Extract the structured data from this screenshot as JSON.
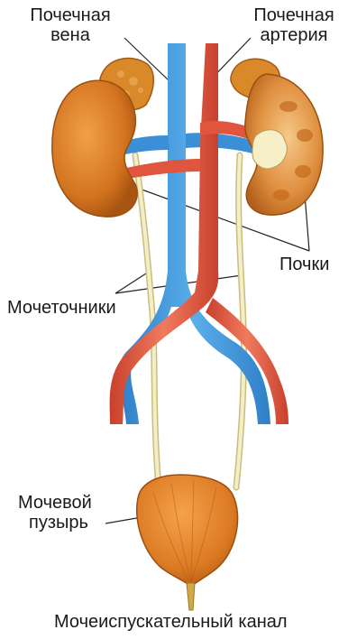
{
  "labels": {
    "renal_vein": [
      "Почечная",
      "вена"
    ],
    "renal_artery": [
      "Почечная",
      "артерия"
    ],
    "kidneys": "Почки",
    "ureters": "Мочеточники",
    "bladder": [
      "Мочевой",
      "пузырь"
    ],
    "urethra": "Мочеиспускательный канал"
  },
  "colors": {
    "vein": "#3b8fd6",
    "artery": "#e0553e",
    "kidney": "#d87a1e",
    "ureter": "#f2ecc0",
    "bladder": "#e07a22"
  }
}
